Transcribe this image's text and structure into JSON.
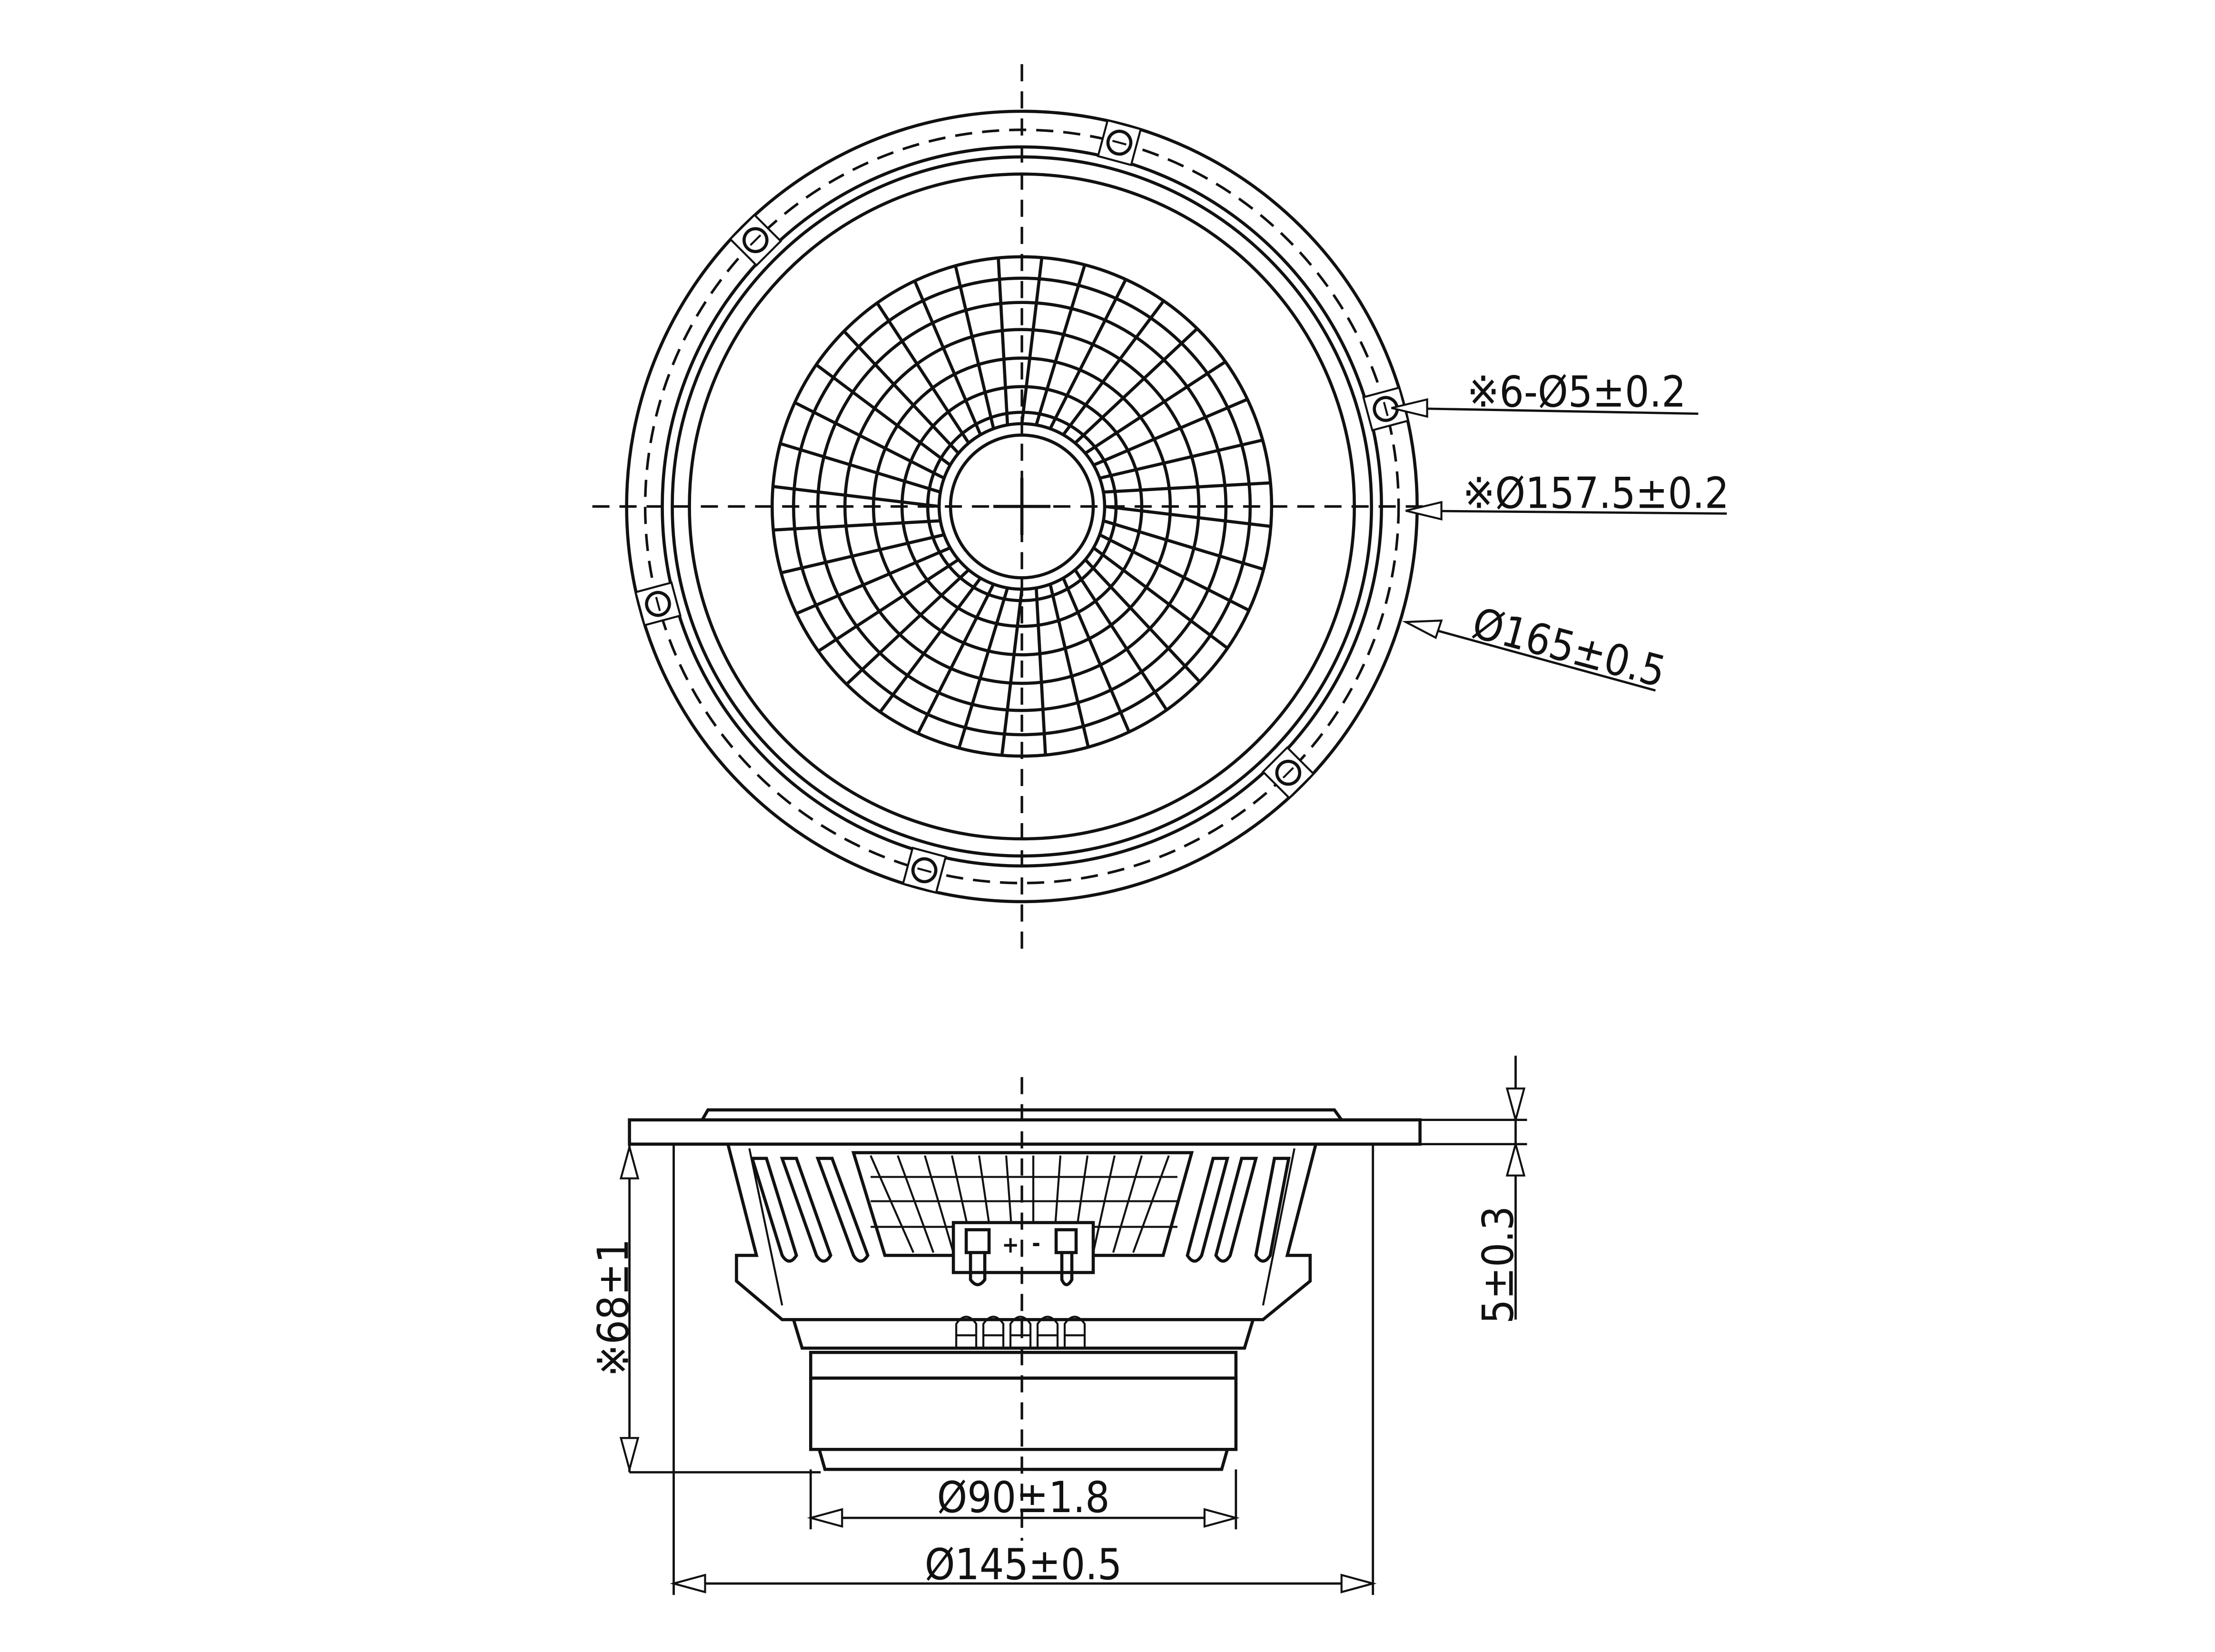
{
  "top_view": {
    "labels": {
      "mount_holes": "※6-Ø5±0.2",
      "bolt_circle": "※Ø157.5±0.2",
      "outer_diameter": "Ø165±0.5"
    },
    "mount_hole_count": 6
  },
  "side_view": {
    "labels": {
      "depth": "※68±1",
      "flange_thickness": "5±0.3",
      "magnet_diameter": "Ø90±1.8",
      "cutout_diameter": "Ø145±0.5"
    },
    "terminal": {
      "plus": "+",
      "minus": "-"
    }
  },
  "colors": {
    "line": "#111111",
    "background": "#ffffff"
  }
}
